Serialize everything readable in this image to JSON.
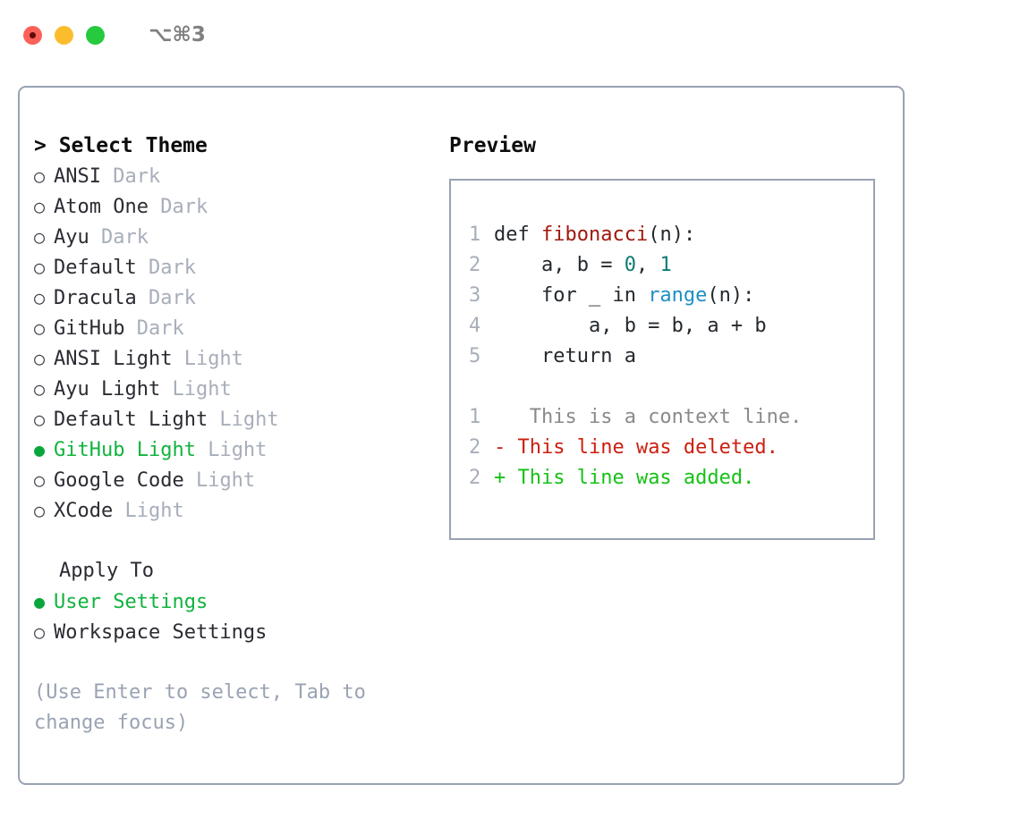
{
  "window": {
    "shortcut": "⌥⌘3",
    "traffic_lights": [
      {
        "name": "close",
        "color": "#fb6159"
      },
      {
        "name": "minimize",
        "color": "#fbbd2e"
      },
      {
        "name": "zoom",
        "color": "#27c93f"
      }
    ]
  },
  "left": {
    "header": "> Select Theme",
    "themes": [
      {
        "label": "ANSI",
        "suffix": "Dark",
        "selected": false
      },
      {
        "label": "Atom One",
        "suffix": "Dark",
        "selected": false
      },
      {
        "label": "Ayu",
        "suffix": "Dark",
        "selected": false
      },
      {
        "label": "Default",
        "suffix": "Dark",
        "selected": false
      },
      {
        "label": "Dracula",
        "suffix": "Dark",
        "selected": false
      },
      {
        "label": "GitHub",
        "suffix": "Dark",
        "selected": false
      },
      {
        "label": "ANSI Light",
        "suffix": "Light",
        "selected": false
      },
      {
        "label": "Ayu Light",
        "suffix": "Light",
        "selected": false
      },
      {
        "label": "Default Light",
        "suffix": "Light",
        "selected": false
      },
      {
        "label": "GitHub Light",
        "suffix": "Light",
        "selected": true
      },
      {
        "label": "Google Code",
        "suffix": "Light",
        "selected": false
      },
      {
        "label": "XCode",
        "suffix": "Light",
        "selected": false
      }
    ],
    "apply_to": {
      "title": "Apply To",
      "options": [
        {
          "label": "User Settings",
          "selected": true
        },
        {
          "label": "Workspace Settings",
          "selected": false
        }
      ]
    },
    "hint": "(Use Enter to select, Tab to change focus)",
    "radio_on_glyph": "●",
    "radio_off_glyph": "○"
  },
  "right": {
    "title": "Preview",
    "code_lines": [
      {
        "lineno": "1",
        "tokens": [
          {
            "text": "def ",
            "type": "kw"
          },
          {
            "text": "fibonacci",
            "type": "fn"
          },
          {
            "text": "(n):",
            "type": "punc"
          }
        ]
      },
      {
        "lineno": "2",
        "tokens": [
          {
            "text": "    a, b = ",
            "type": "plain"
          },
          {
            "text": "0",
            "type": "num"
          },
          {
            "text": ", ",
            "type": "plain"
          },
          {
            "text": "1",
            "type": "num"
          }
        ]
      },
      {
        "lineno": "3",
        "tokens": [
          {
            "text": "    for _ in ",
            "type": "kw"
          },
          {
            "text": "range",
            "type": "call"
          },
          {
            "text": "(n):",
            "type": "punc"
          }
        ]
      },
      {
        "lineno": "4",
        "tokens": [
          {
            "text": "        a, b = b, a + b",
            "type": "plain"
          }
        ]
      },
      {
        "lineno": "5",
        "tokens": [
          {
            "text": "    return a",
            "type": "kw"
          }
        ]
      }
    ],
    "diff_lines": [
      {
        "lineno": "1",
        "marker": " ",
        "text": "  This is a context line.",
        "kind": "ctx"
      },
      {
        "lineno": "2",
        "marker": "-",
        "text": " This line was deleted.",
        "kind": "del"
      },
      {
        "lineno": "2",
        "marker": "+",
        "text": " This line was added.",
        "kind": "add"
      }
    ]
  },
  "colors": {
    "panel_border": "#98a2b3",
    "selection_green": "#12b33f",
    "muted": "#a7aeba",
    "hint": "#9aa3b3",
    "diff_add": "#16c116",
    "diff_del": "#cc1f10",
    "token_function": "#a0180f",
    "token_number": "#0b7c74",
    "token_call": "#1c90c4"
  }
}
